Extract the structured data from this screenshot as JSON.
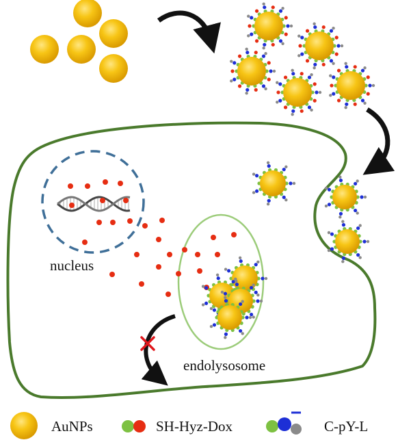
{
  "labels": {
    "nucleus": "nucleus",
    "endolysosome": "endolysosome"
  },
  "legend": {
    "aunps": "AuNPs",
    "sh_hyz_dox": "SH-Hyz-Dox",
    "c_py_l": "C-pY-L"
  },
  "colors": {
    "gold": "#f2b705",
    "gold_highlight": "#ffe066",
    "cell_membrane": "#4a7a2c",
    "endolysosome_membrane": "#9ccc7a",
    "nucleus_border": "#3f6f98",
    "dox": "#e62d12",
    "linker": "#7dc142",
    "ligand_blue": "#1d2fd6",
    "ligand_gray": "#8a8a8a",
    "arrow": "#111111",
    "blocked_mark": "#e0161b"
  },
  "icons": {
    "arrow": "curved-arrow-icon",
    "blocked": "red-x-icon",
    "dna": "dna-helix-icon"
  }
}
